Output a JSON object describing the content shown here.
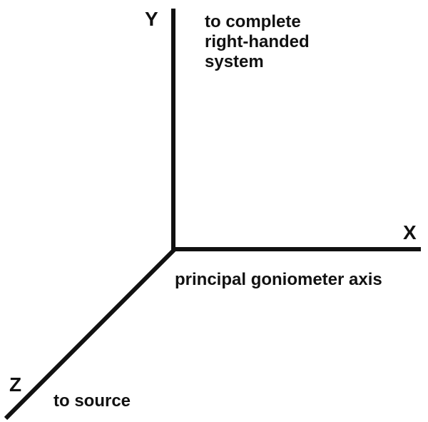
{
  "axes": {
    "x": {
      "letter": "X",
      "description": "principal goniometer axis"
    },
    "y": {
      "letter": "Y",
      "description_lines": [
        "to complete",
        "right-handed",
        "system"
      ]
    },
    "z": {
      "letter": "Z",
      "description": "to source"
    }
  },
  "colors": {
    "stroke": "#111111",
    "background": "#ffffff"
  }
}
